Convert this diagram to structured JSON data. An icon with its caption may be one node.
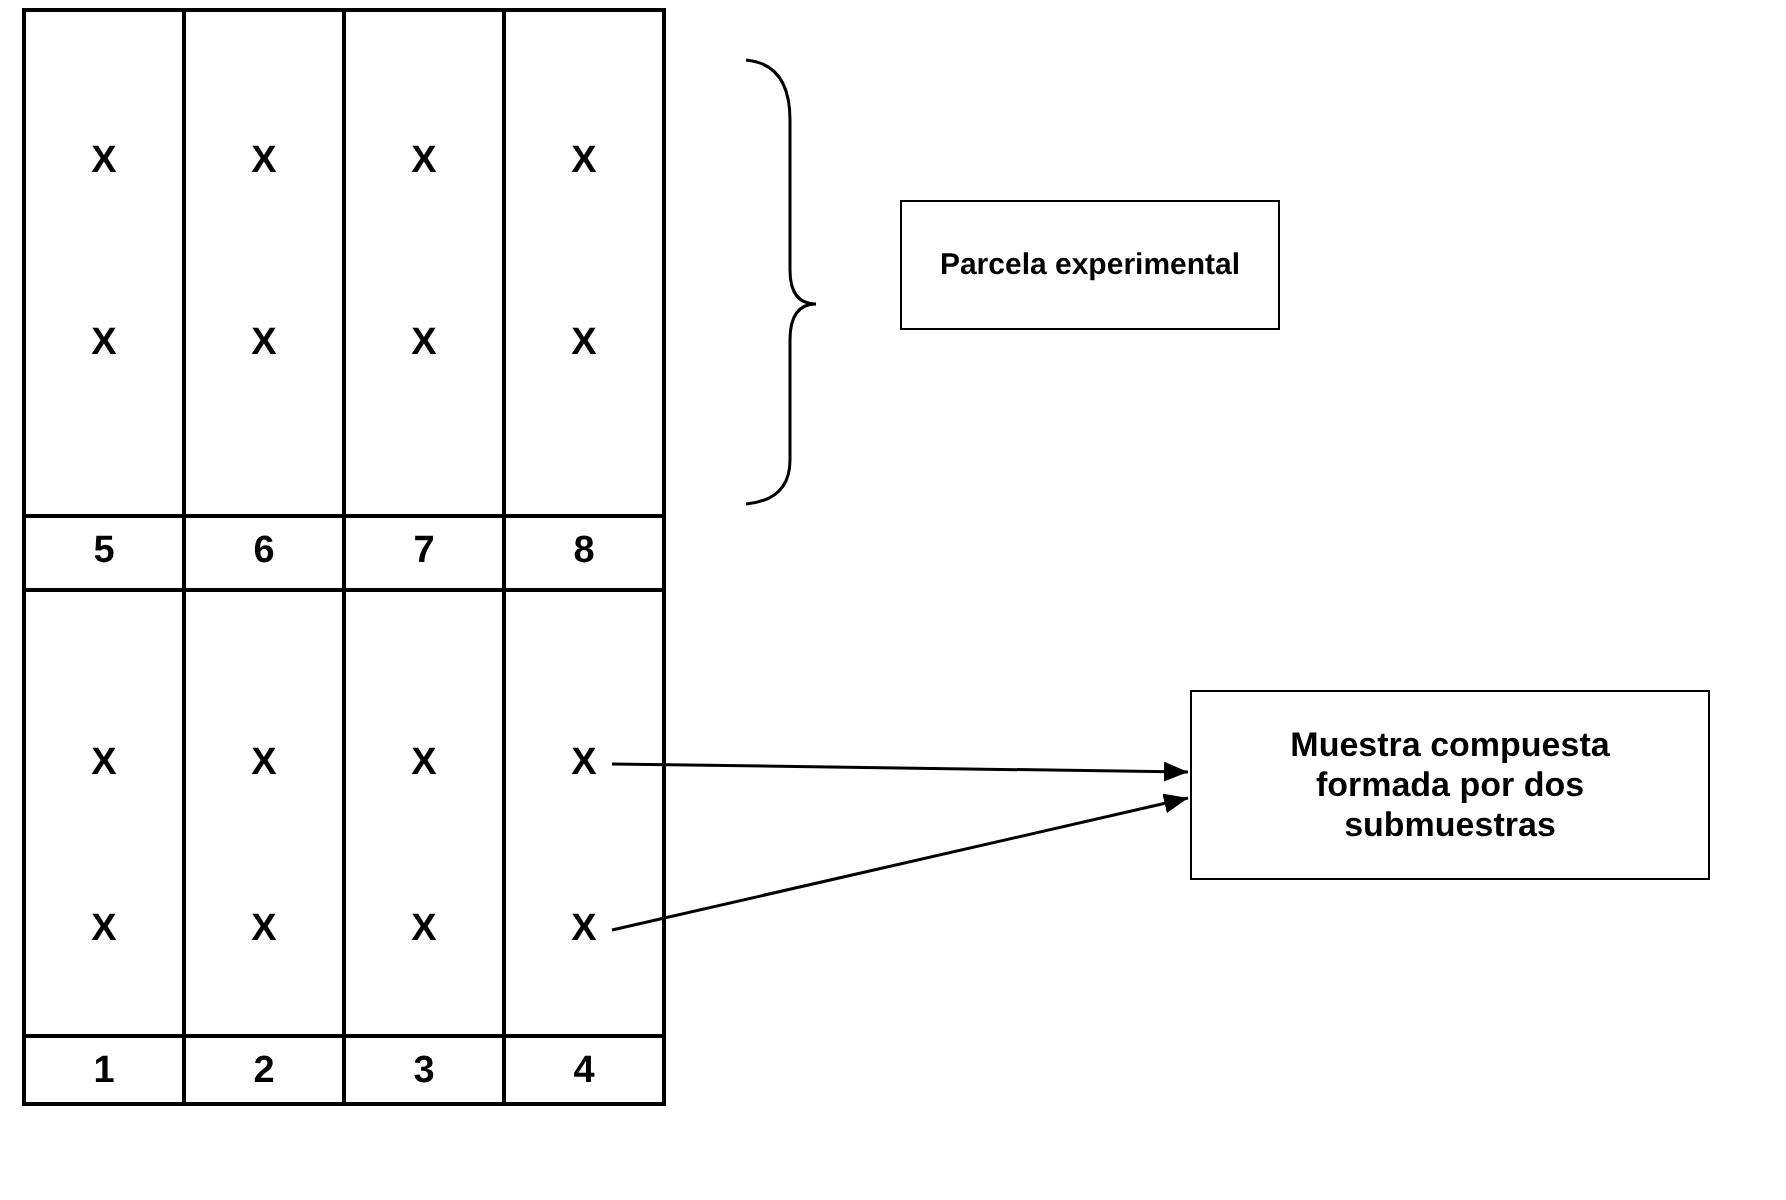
{
  "diagram": {
    "nodes": [
      {
        "text": [
          "Parcela experimental"
        ]
      },
      {
        "text": [
          "Muestra compuesta formada por dos submuestras"
        ]
      },
      {
        "text": [
          "X"
        ]
      },
      {
        "text": [
          "X"
        ]
      }
    ],
    "edges": [
      {
        "from": 2,
        "to": 1,
        "arrow": "to"
      },
      {
        "from": 3,
        "to": 1,
        "arrow": "to"
      }
    ],
    "labels": [
      "X",
      "X",
      "X",
      "X",
      "X",
      "X",
      "X",
      "X",
      "5",
      "6",
      "7",
      "8",
      "X",
      "X",
      "X",
      "X",
      "X",
      "X",
      "1",
      "2",
      "3",
      "4"
    ]
  }
}
